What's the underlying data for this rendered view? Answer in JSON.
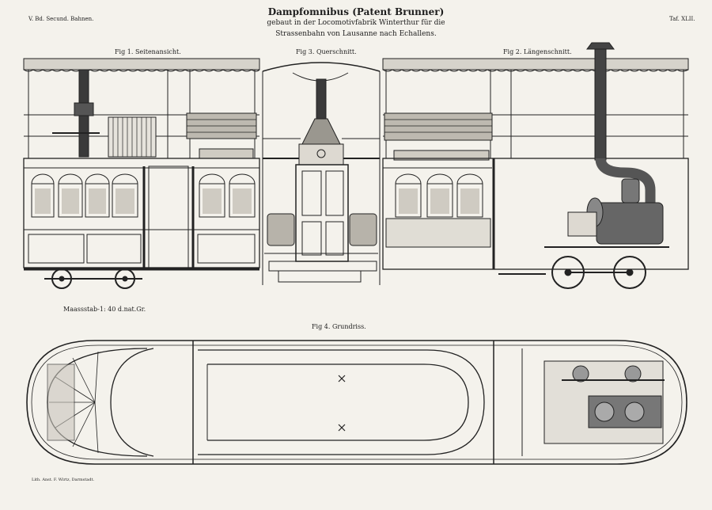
{
  "header": {
    "left": "V. Bd. Secund. Bahnen.",
    "right": "Taf. XLII.",
    "title": "Dampfomnibus (Patent Brunner)",
    "subtitle_1": "gebaut in der Locomotivfabrik Winterthur für die",
    "subtitle_2": "Strassenbahn von Lausanne nach Echallens."
  },
  "figures": {
    "fig1": "Fig 1. Seitenansicht.",
    "fig3": "Fig 3. Querschnitt.",
    "fig2": "Fig 2. Längenschnitt.",
    "fig4": "Fig 4. Grundriss."
  },
  "scale": "Maassstab-1: 40 d.nat.Gr.",
  "imprint": "Lith. Anst. F. Wirtz, Darmstadt."
}
